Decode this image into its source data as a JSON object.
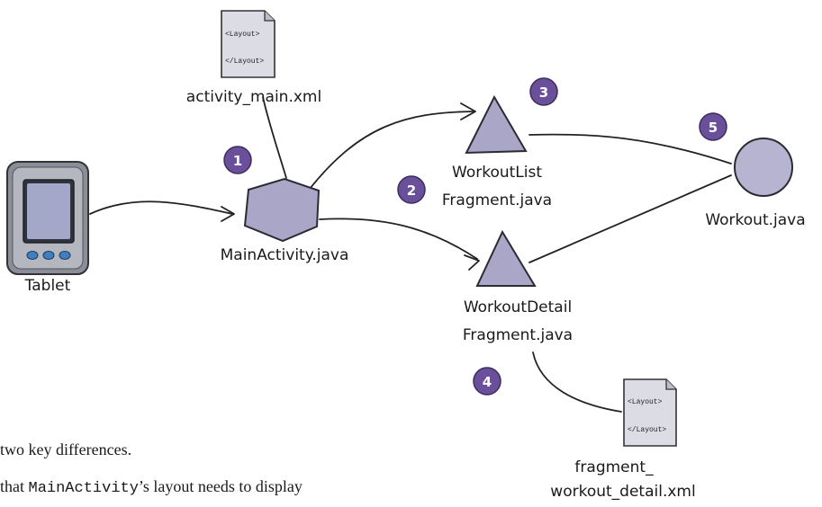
{
  "nodes": {
    "layout_main": {
      "label": "activity_main.xml",
      "icon_top": "<Layout>",
      "icon_bottom": "</Layout>"
    },
    "tablet": {
      "label": "Tablet"
    },
    "main_activity": {
      "label": "MainActivity.java"
    },
    "list_fragment": {
      "label_line1": "WorkoutList",
      "label_line2": "Fragment.java"
    },
    "detail_fragment": {
      "label_line1": "WorkoutDetail",
      "label_line2": "Fragment.java"
    },
    "workout": {
      "label": "Workout.java"
    },
    "layout_detail": {
      "label_line1": "fragment_",
      "label_line2": "workout_detail.xml",
      "icon_top": "<Layout>",
      "icon_bottom": "</Layout>"
    }
  },
  "steps": [
    "1",
    "2",
    "3",
    "4",
    "5"
  ],
  "text": {
    "line1": "two key differences.",
    "line2_prefix": "that ",
    "line2_code": "MainActivity",
    "line2_suffix": "’s layout needs to display"
  },
  "colors": {
    "badge": "#6a4f9b",
    "shape_fill": "#a9a6c8",
    "shape_stroke": "#2b2b33",
    "arrow": "#222222"
  }
}
